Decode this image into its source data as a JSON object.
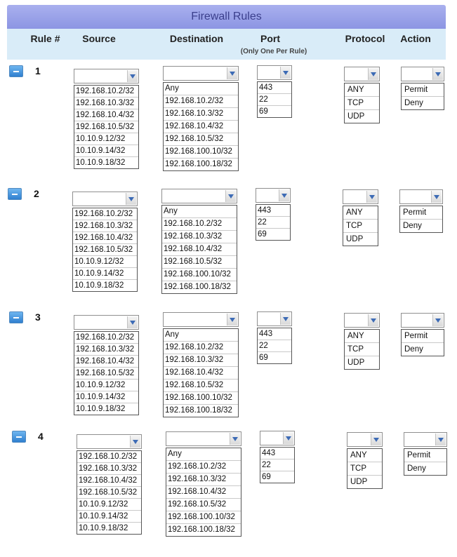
{
  "title": "Firewall Rules",
  "headers": {
    "rule": "Rule #",
    "source": "Source",
    "destination": "Destination",
    "port": "Port",
    "port_note": "(Only One Per Rule)",
    "protocol": "Protocol",
    "action": "Action"
  },
  "options": {
    "source": [
      "192.168.10.2/32",
      "192.168.10.3/32",
      "192.168.10.4/32",
      "192.168.10.5/32",
      "10.10.9.12/32",
      "10.10.9.14/32",
      "10.10.9.18/32"
    ],
    "destination": [
      "Any",
      "192.168.10.2/32",
      "192.168.10.3/32",
      "192.168.10.4/32",
      "192.168.10.5/32",
      "192.168.100.10/32",
      "192.168.100.18/32"
    ],
    "port": [
      "443",
      "22",
      "69"
    ],
    "protocol": [
      "ANY",
      "TCP",
      "UDP"
    ],
    "action": [
      "Permit",
      "Deny"
    ]
  },
  "rules": [
    {
      "number": "1",
      "source": "",
      "destination": "",
      "port": "",
      "protocol": "",
      "action": ""
    },
    {
      "number": "2",
      "source": "",
      "destination": "",
      "port": "",
      "protocol": "",
      "action": ""
    },
    {
      "number": "3",
      "source": "",
      "destination": "",
      "port": "",
      "protocol": "",
      "action": ""
    },
    {
      "number": "4",
      "source": "",
      "destination": "",
      "port": "",
      "protocol": "",
      "action": ""
    }
  ],
  "colors": {
    "title_bar": "#a9b0ee",
    "header_bar": "#d9ecf8",
    "toggle": "#3a8ad8"
  },
  "icons": {
    "row_toggle": "collapse-minus-icon",
    "dropdown": "chevron-down-icon"
  }
}
